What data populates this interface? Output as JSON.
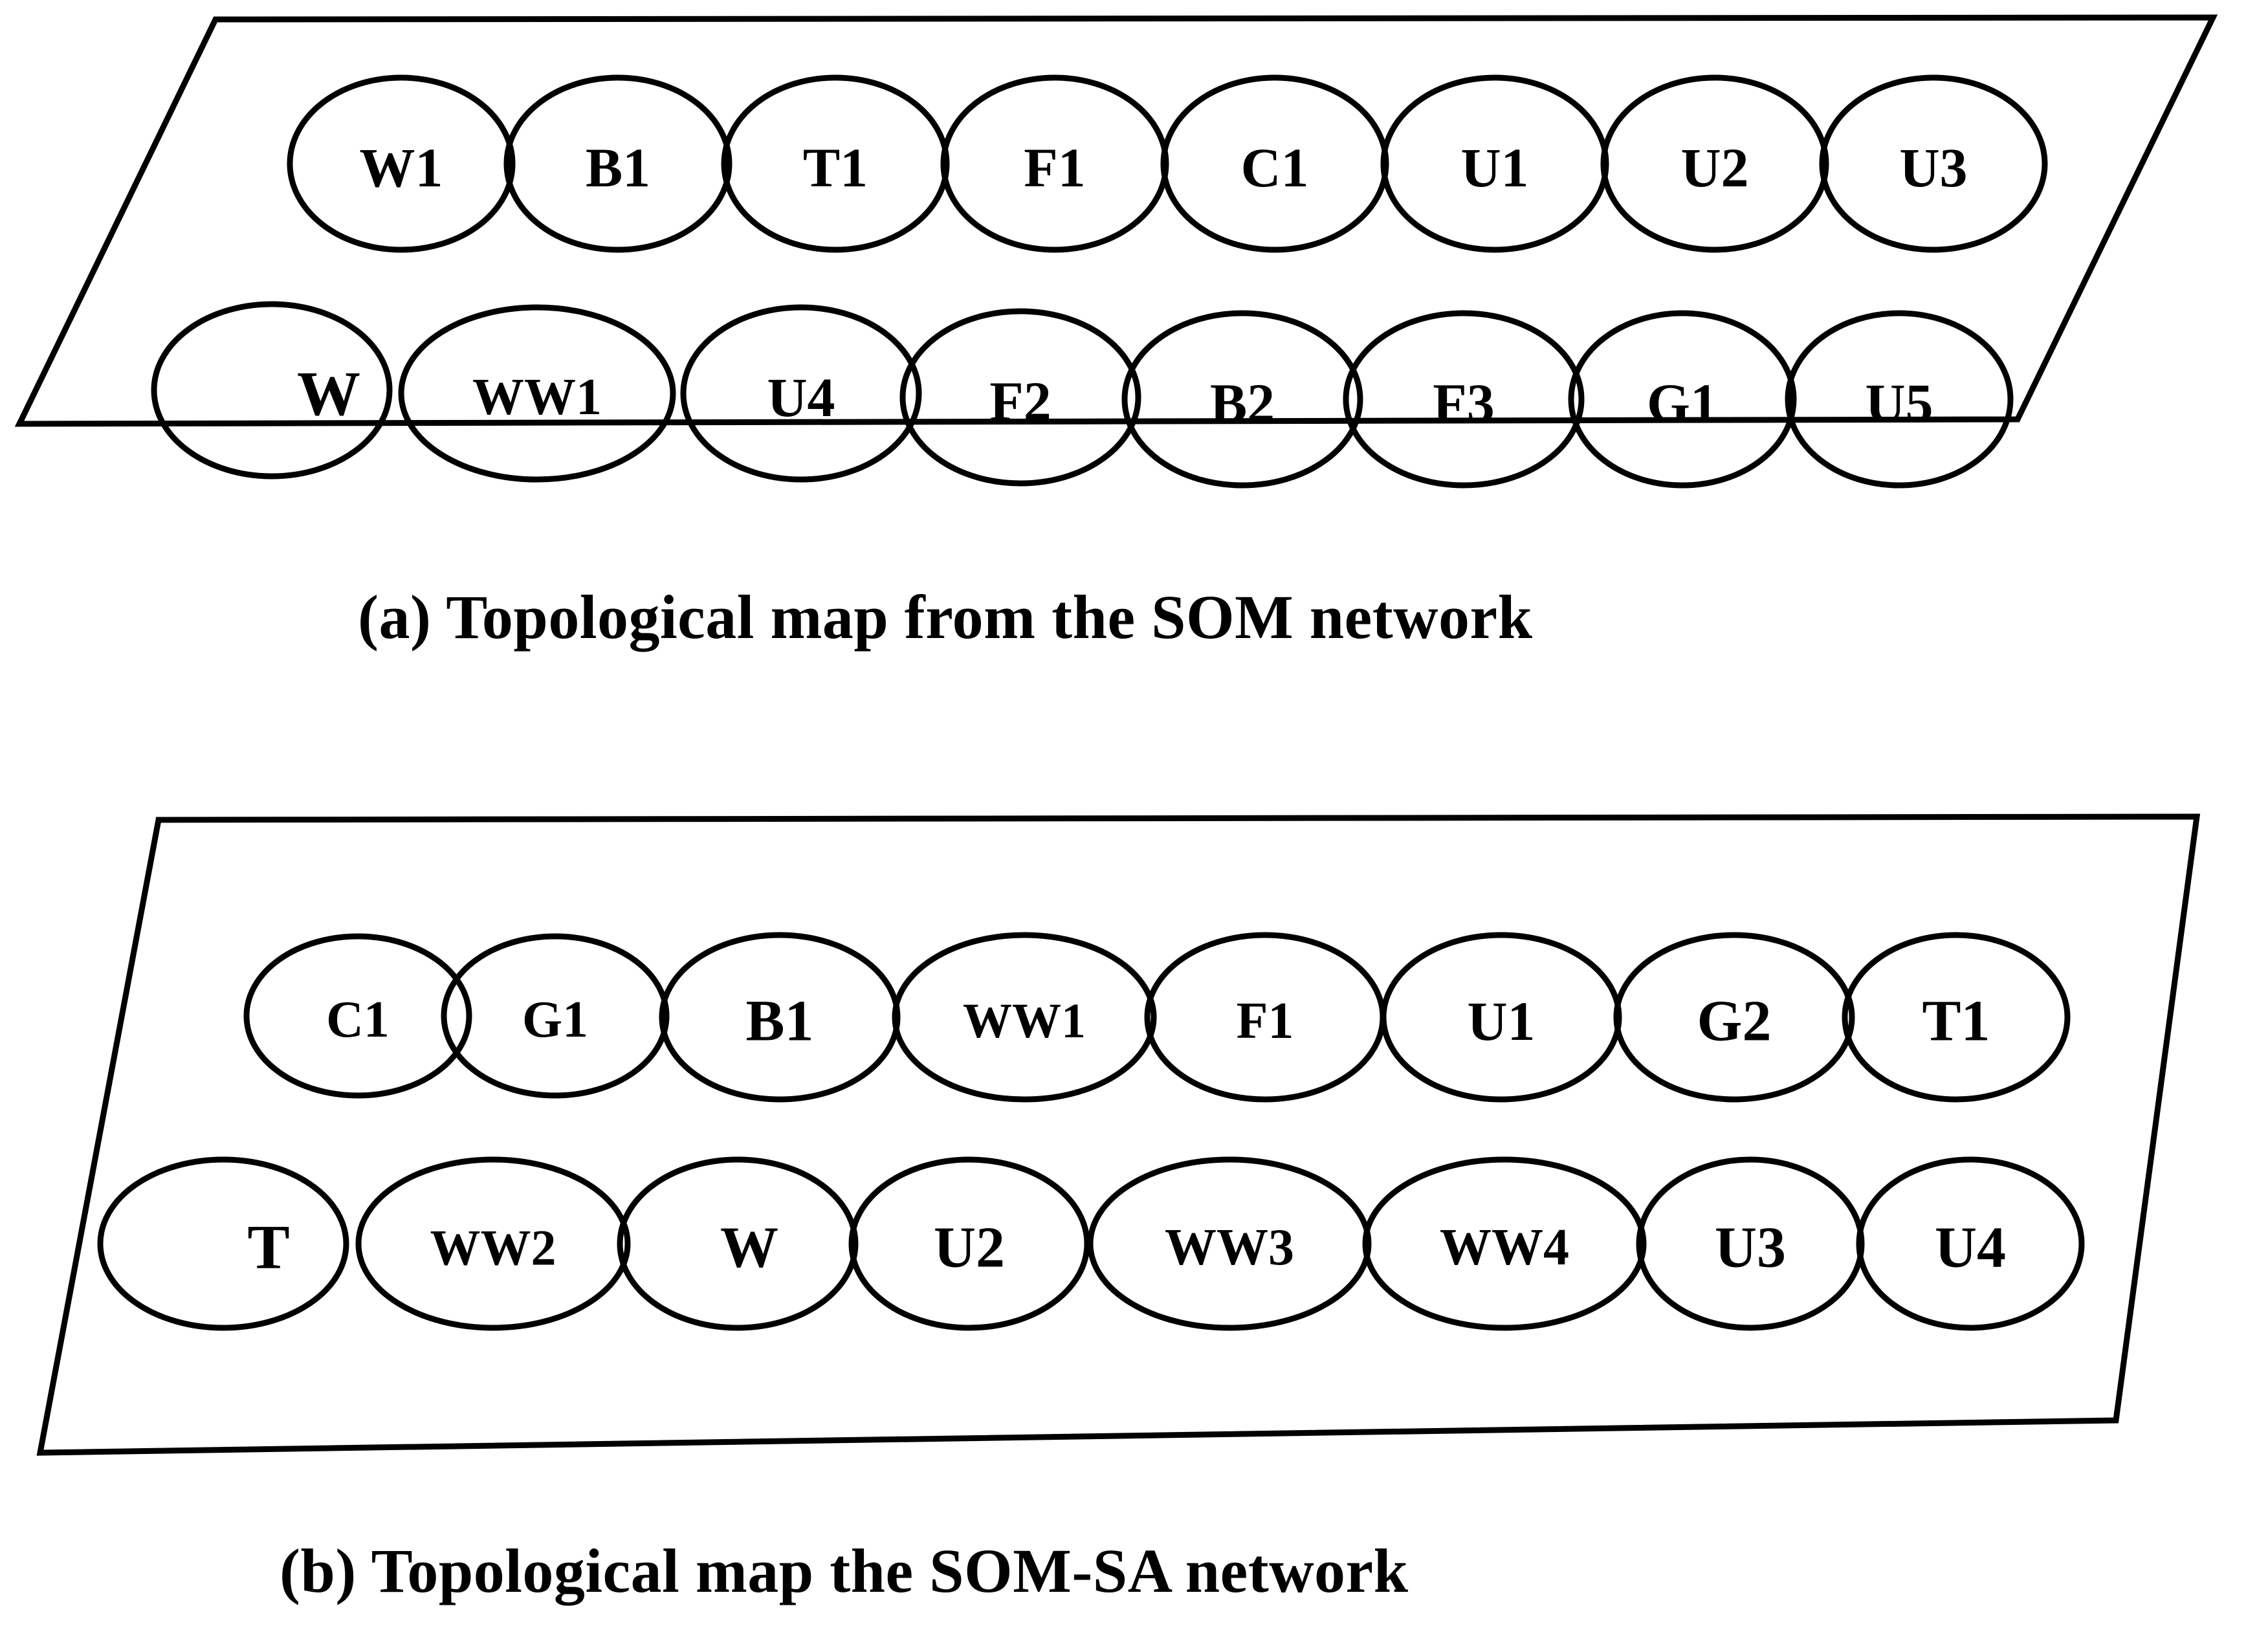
{
  "figure": {
    "title": "Topological maps of SOM and SOM-SA networks",
    "background_color": "#ffffff",
    "line_color": "#000000"
  },
  "panels": [
    {
      "id": "panel-a",
      "caption": "(a) Topological map from the SOM network",
      "rows": [
        {
          "id": "row-a-1",
          "nodes": [
            {
              "label": "W1"
            },
            {
              "label": "B1"
            },
            {
              "label": "T1"
            },
            {
              "label": "F1"
            },
            {
              "label": "C1"
            },
            {
              "label": "U1"
            },
            {
              "label": "U2"
            },
            {
              "label": "U3"
            }
          ]
        },
        {
          "id": "row-a-2",
          "nodes": [
            {
              "label": "W"
            },
            {
              "label": "WW1"
            },
            {
              "label": "U4"
            },
            {
              "label": "F2"
            },
            {
              "label": "B2"
            },
            {
              "label": "F3"
            },
            {
              "label": "G1"
            },
            {
              "label": "U5"
            }
          ]
        }
      ]
    },
    {
      "id": "panel-b",
      "caption": "(b) Topological map the SOM-SA network",
      "rows": [
        {
          "id": "row-b-1",
          "nodes": [
            {
              "label": "C1"
            },
            {
              "label": "G1"
            },
            {
              "label": "B1"
            },
            {
              "label": "WW1"
            },
            {
              "label": "F1"
            },
            {
              "label": "U1"
            },
            {
              "label": "G2"
            },
            {
              "label": "T1"
            }
          ]
        },
        {
          "id": "row-b-2",
          "nodes": [
            {
              "label": "T"
            },
            {
              "label": "WW2"
            },
            {
              "label": "W"
            },
            {
              "label": "U2"
            },
            {
              "label": "WW3"
            },
            {
              "label": "WW4"
            },
            {
              "label": "U3"
            },
            {
              "label": "U4"
            }
          ]
        }
      ]
    }
  ]
}
